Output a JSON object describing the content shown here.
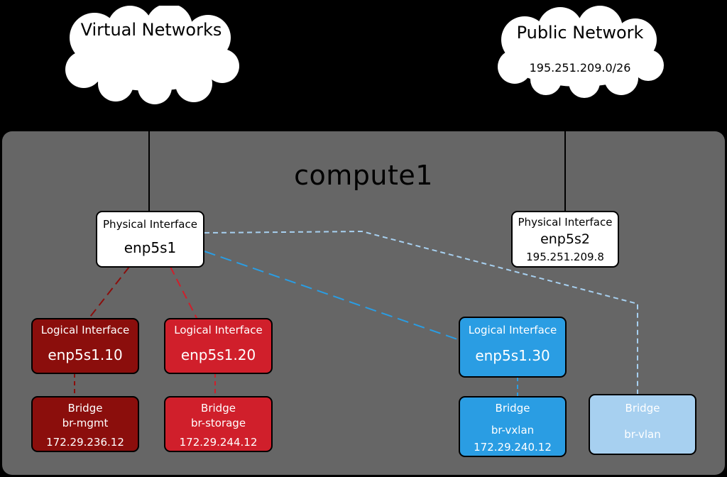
{
  "clouds": {
    "virtual": {
      "title": "Virtual Networks"
    },
    "public": {
      "title": "Public Network",
      "subnet": "195.251.209.0/26"
    }
  },
  "host": {
    "name": "compute1"
  },
  "physical": {
    "enp5s1": {
      "label": "Physical Interface",
      "name": "enp5s1"
    },
    "enp5s2": {
      "label": "Physical Interface",
      "name": "enp5s2",
      "ip": "195.251.209.8"
    }
  },
  "logical": {
    "vlan10": {
      "label": "Logical Interface",
      "name": "enp5s1.10"
    },
    "vlan20": {
      "label": "Logical Interface",
      "name": "enp5s1.20"
    },
    "vlan30": {
      "label": "Logical Interface",
      "name": "enp5s1.30"
    }
  },
  "bridges": {
    "mgmt": {
      "label": "Bridge",
      "name": "br-mgmt",
      "ip": "172.29.236.12"
    },
    "storage": {
      "label": "Bridge",
      "name": "br-storage",
      "ip": "172.29.244.12"
    },
    "vxlan": {
      "label": "Bridge",
      "name": "br-vxlan",
      "ip": "172.29.240.12"
    },
    "vlan": {
      "label": "Bridge",
      "name": "br-vlan"
    }
  },
  "colors": {
    "background": "#000000",
    "host": "#666666",
    "dark_red": "#8b0e0c",
    "red": "#d01f2b",
    "blue": "#2a9de3",
    "light_blue": "#a7d0f0",
    "white": "#ffffff"
  }
}
